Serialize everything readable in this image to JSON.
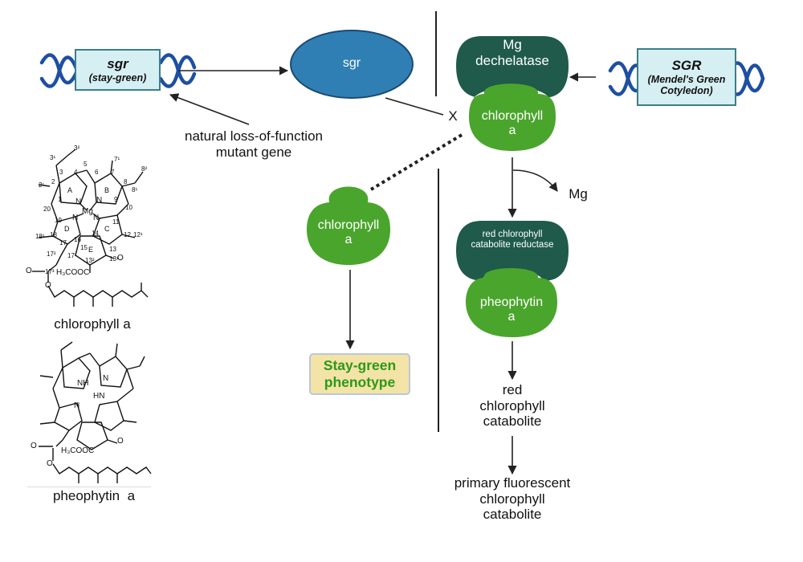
{
  "genes": {
    "sgr_mutant": {
      "name": "sgr",
      "subtitle": "stay-green"
    },
    "sgr_wildtype": {
      "name": "SGR",
      "subtitle_line1": "Mendel's Green",
      "subtitle_line2": "Cotyledon"
    }
  },
  "mutant_note": {
    "line1": "natural loss-of-function",
    "line2": "mutant gene"
  },
  "proteins": {
    "sgr": "sgr",
    "mg_dechelatase": {
      "line1": "Mg",
      "line2": "dechelatase"
    },
    "rccr": {
      "line1": "red chlorophyll",
      "line2": "catabolite reductase"
    }
  },
  "substrates": {
    "chl_bound": {
      "line1": "chlorophyll",
      "line2": "a"
    },
    "chl_free": {
      "line1": "chlorophyll",
      "line2": "a"
    },
    "pheophytin": {
      "line1": "pheophytin",
      "line2": "a"
    }
  },
  "block_mark": "X",
  "released": "Mg",
  "phenotype": {
    "line1": "Stay-green",
    "line2": "phenotype"
  },
  "catabolites": {
    "rcc": {
      "line1": "red",
      "line2": "chlorophyll",
      "line3": "catabolite"
    },
    "pfcc": {
      "line1": "primary fluorescent",
      "line2": "chlorophyll",
      "line3": "catabolite"
    }
  },
  "structures": {
    "chlorophyll": {
      "caption": "chlorophyll a",
      "rings": [
        "A",
        "B",
        "C",
        "D",
        "E"
      ],
      "metal": "Mg",
      "ester": "H₃COOC",
      "numbers": [
        "3²",
        "3¹",
        "3",
        "4",
        "5",
        "6",
        "7",
        "7¹",
        "8",
        "8¹",
        "8²",
        "2",
        "2¹",
        "1",
        "20",
        "9",
        "10",
        "19",
        "11",
        "12",
        "12¹",
        "18",
        "17",
        "16",
        "14",
        "13",
        "15",
        "18¹",
        "17¹",
        "17²",
        "17³",
        "13¹",
        "13²"
      ],
      "atoms": [
        "N",
        "N",
        "N",
        "N",
        "O",
        "O",
        "O"
      ]
    },
    "pheophytin": {
      "caption": "pheophytin  a",
      "nh": [
        "NH",
        "HN"
      ],
      "n": [
        "N",
        "N"
      ],
      "ester": "H₃COOC",
      "atoms": [
        "O",
        "O",
        "O"
      ]
    }
  },
  "colors": {
    "dna_blue": "#1d4fa3",
    "gene_box_fill": "#d6eff2",
    "sgr_protein": "#2f7fb5",
    "enzyme_dark": "#1f5a4a",
    "chl_green": "#4aa52c",
    "phenotype_fill": "#f4e3a6",
    "phenotype_text": "#2a9a1a"
  }
}
